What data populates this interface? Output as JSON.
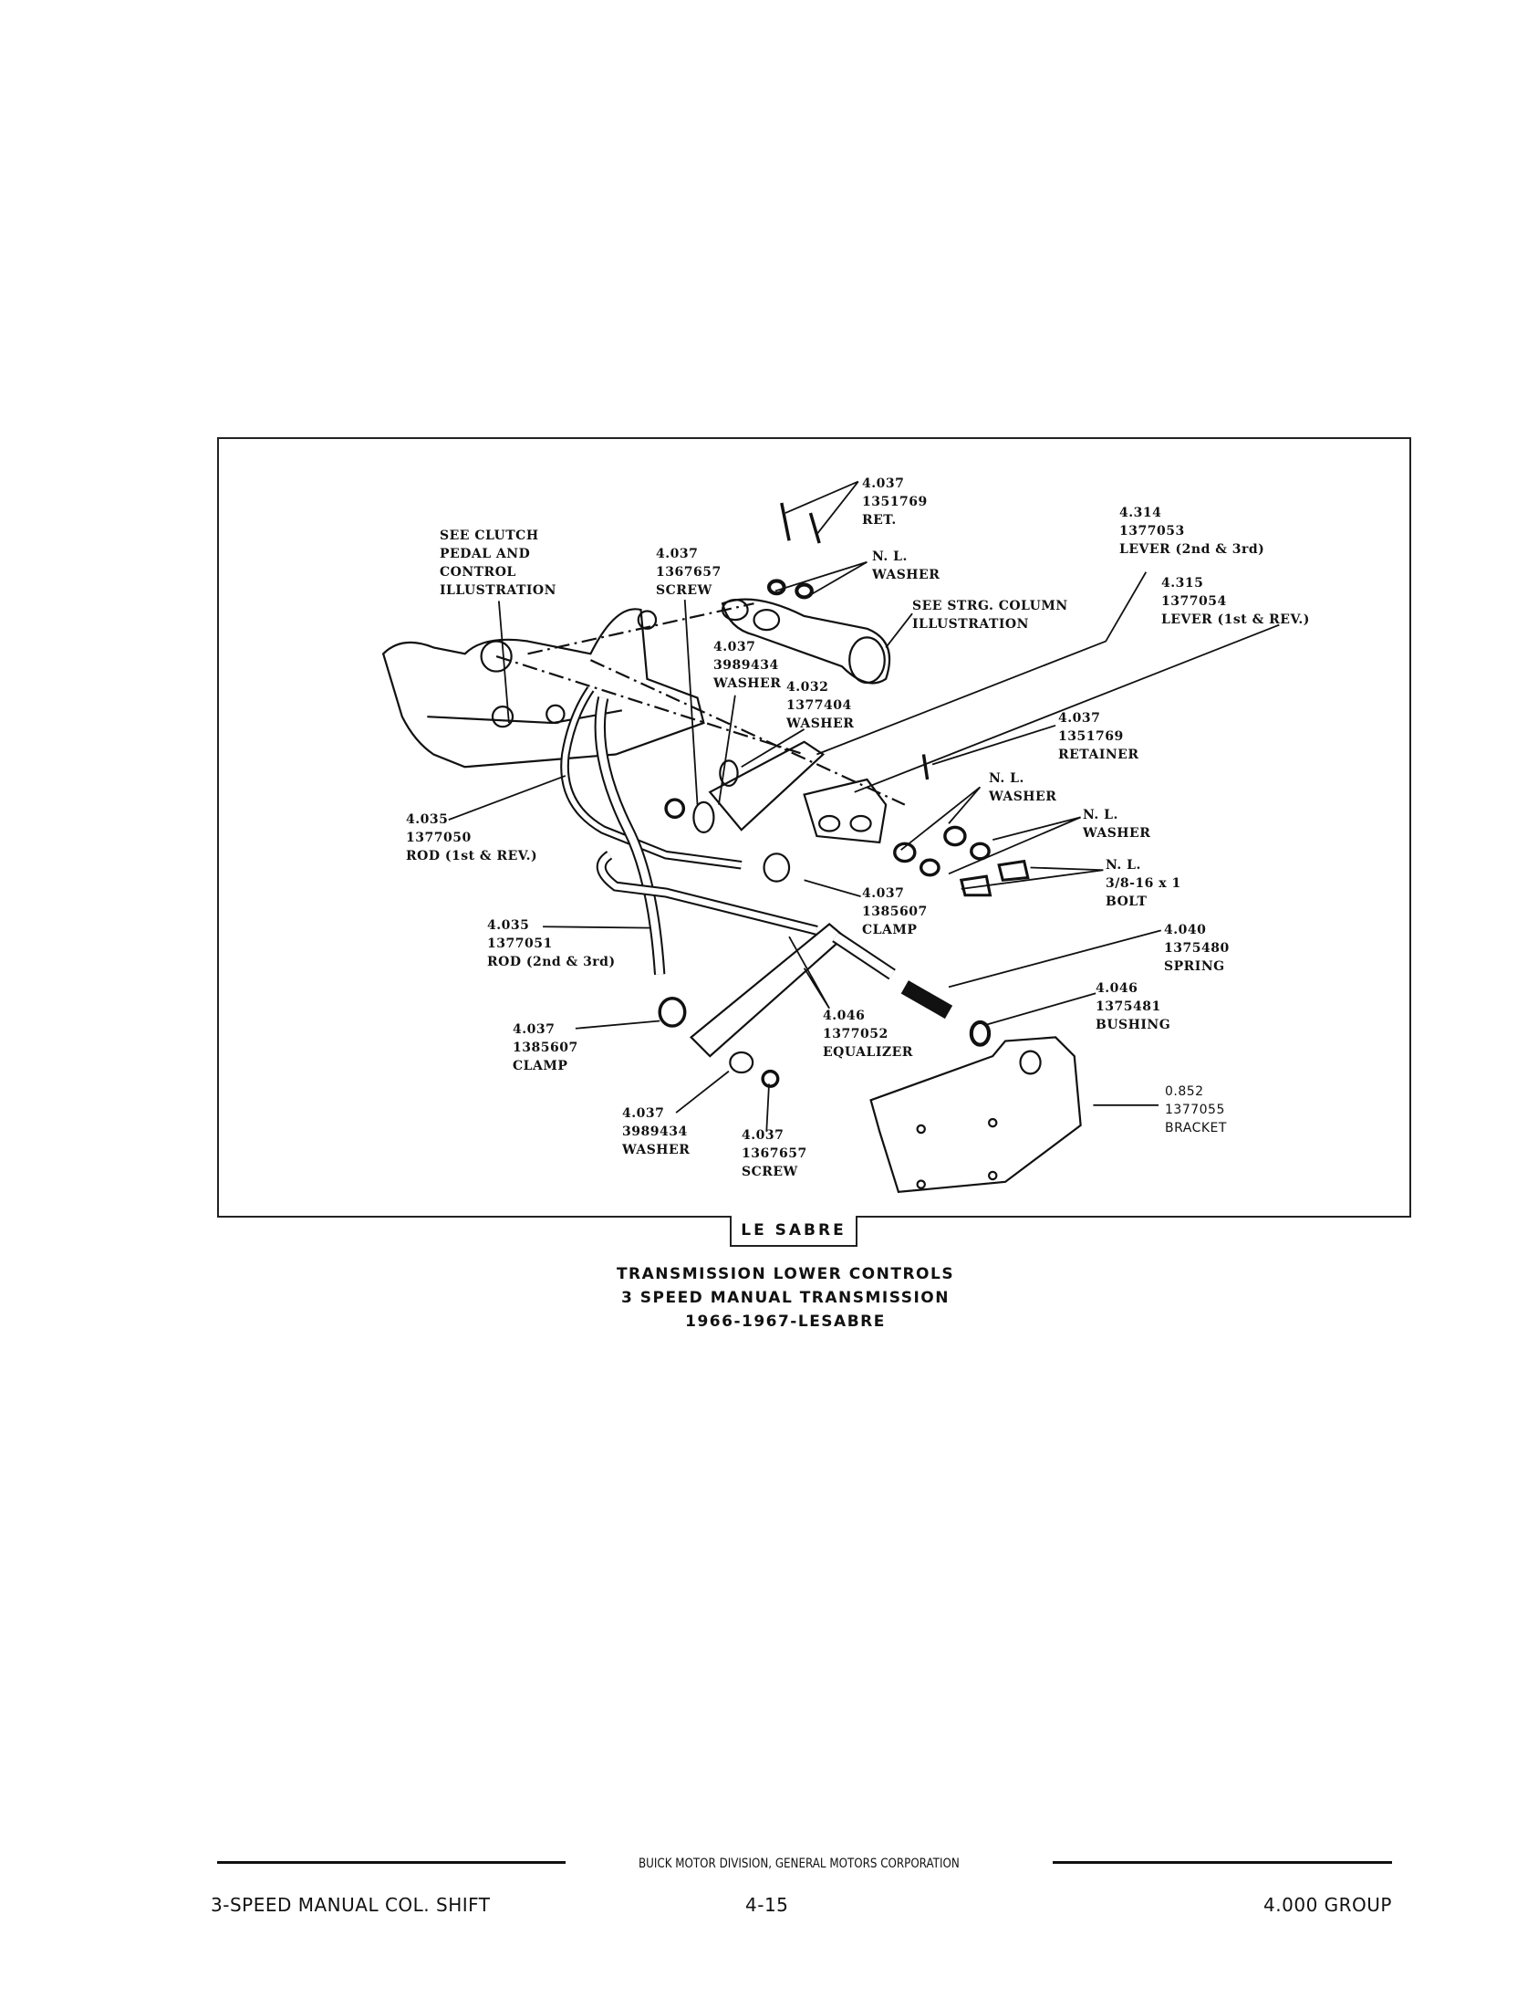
{
  "diagram": {
    "tab_label": "LE SABRE",
    "labels": {
      "ret_top": [
        "4.037",
        "1351769",
        "RET."
      ],
      "see_clutch": [
        "SEE CLUTCH",
        "PEDAL AND",
        "CONTROL",
        "ILLUSTRATION"
      ],
      "screw_top": [
        "4.037",
        "1367657",
        "SCREW"
      ],
      "nl_washer_top": [
        "N. L.",
        "WASHER"
      ],
      "see_strg": [
        "SEE STRG. COLUMN",
        "ILLUSTRATION"
      ],
      "washer_3989434_top": [
        "4.037",
        "3989434",
        "WASHER"
      ],
      "washer_1377404": [
        "4.032",
        "1377404",
        "WASHER"
      ],
      "lever_2nd_3rd": [
        "4.314",
        "1377053",
        "LEVER (2nd & 3rd)"
      ],
      "lever_1st_rev": [
        "4.315",
        "1377054",
        "LEVER (1st & REV.)"
      ],
      "retainer": [
        "4.037",
        "1351769",
        "RETAINER"
      ],
      "nl_washer_mid": [
        "N. L.",
        "WASHER"
      ],
      "nl_washer_right": [
        "N. L.",
        "WASHER"
      ],
      "nl_bolt": [
        "N. L.",
        "3/8-16 x 1",
        "BOLT"
      ],
      "rod_1st_rev": [
        "4.035",
        "1377050",
        "ROD (1st & REV.)"
      ],
      "clamp_right": [
        "4.037",
        "1385607",
        "CLAMP"
      ],
      "rod_2nd_3rd": [
        "4.035",
        "1377051",
        "ROD (2nd & 3rd)"
      ],
      "spring": [
        "4.040",
        "1375480",
        "SPRING"
      ],
      "bushing": [
        "4.046",
        "1375481",
        "BUSHING"
      ],
      "clamp_left": [
        "4.037",
        "1385607",
        "CLAMP"
      ],
      "equalizer": [
        "4.046",
        "1377052",
        "EQUALIZER"
      ],
      "bracket": [
        "0.852",
        "1377055",
        "BRACKET"
      ],
      "washer_bottom": [
        "4.037",
        "3989434",
        "WASHER"
      ],
      "screw_bottom": [
        "4.037",
        "1367657",
        "SCREW"
      ]
    }
  },
  "caption": {
    "line1": "TRANSMISSION LOWER CONTROLS",
    "line2": "3 SPEED MANUAL TRANSMISSION",
    "line3": "1966-1967-LESABRE"
  },
  "footer": {
    "publisher": "BUICK MOTOR DIVISION, GENERAL MOTORS CORPORATION",
    "section": "3-SPEED MANUAL COL. SHIFT",
    "page_number": "4-15",
    "group": "4.000 GROUP"
  }
}
